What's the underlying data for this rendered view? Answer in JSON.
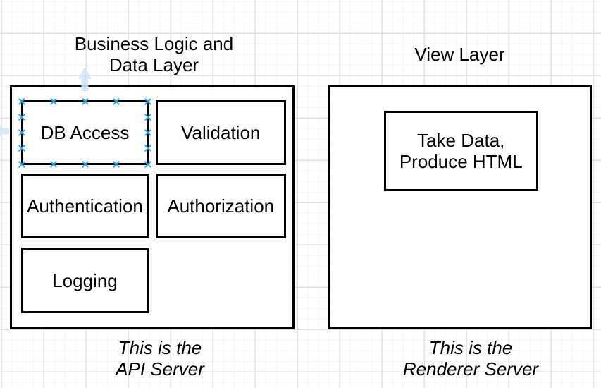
{
  "colors": {
    "background": "#ffffff",
    "grid_minor": "#f3f3f3",
    "grid_major": "#d4d4d4",
    "shape_border": "#000000",
    "text": "#000000",
    "selection_handle": "#2ea7ea",
    "direction_arrow_fill": "#cfe8fa",
    "guide_dash": "#9b9b9b"
  },
  "left_group": {
    "title": {
      "line1": "Business Logic and",
      "line2": "Data Layer"
    },
    "shapes": {
      "db_access": "DB Access",
      "validation": "Validation",
      "authentication": "Authentication",
      "authorization": "Authorization",
      "logging": "Logging"
    },
    "caption": {
      "line1": "This is the",
      "line2": "API Server"
    }
  },
  "right_group": {
    "title": "View Layer",
    "shapes": {
      "take_data": {
        "line1": "Take Data,",
        "line2": "Produce HTML"
      }
    },
    "caption": {
      "line1": "This is the",
      "line2": "Renderer Server"
    }
  },
  "selection": {
    "selected_shape": "DB Access"
  }
}
